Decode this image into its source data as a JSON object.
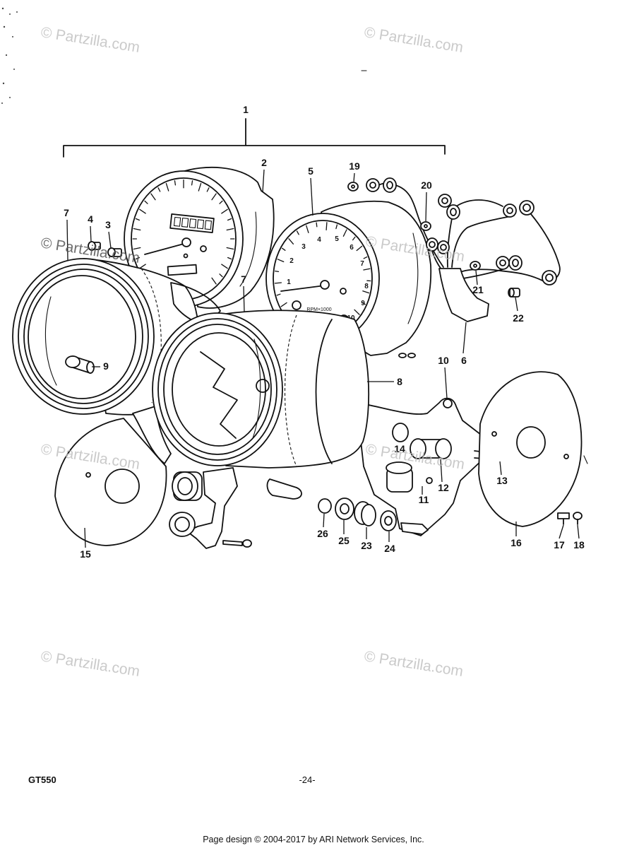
{
  "diagram": {
    "model": "GT550",
    "page_number": "-24-",
    "footer": "Page design © 2004-2017 by ARI Network Services, Inc.",
    "watermark": "© Partzilla.com",
    "callouts": {
      "p1": "1",
      "p2": "2",
      "p3": "3",
      "p4": "4",
      "p5": "5",
      "p6": "6",
      "p7_left": "7",
      "p7_mid": "7",
      "p8": "8",
      "p9": "9",
      "p10": "10",
      "p11": "11",
      "p12": "12",
      "p13": "13",
      "p14": "14",
      "p15": "15",
      "p16": "16",
      "p17": "17",
      "p18": "18",
      "p19": "19",
      "p20": "20",
      "p21": "21",
      "p22": "22",
      "p23": "23",
      "p24": "24",
      "p25": "25",
      "p26": "26"
    },
    "tachometer": {
      "dial_numbers": [
        "1",
        "2",
        "3",
        "4",
        "5",
        "6",
        "7",
        "8",
        "9",
        "10"
      ],
      "unit_label": "RPM×1000"
    },
    "colors": {
      "line": "#111111",
      "background": "#ffffff",
      "watermark": "#bdbdbd"
    }
  }
}
